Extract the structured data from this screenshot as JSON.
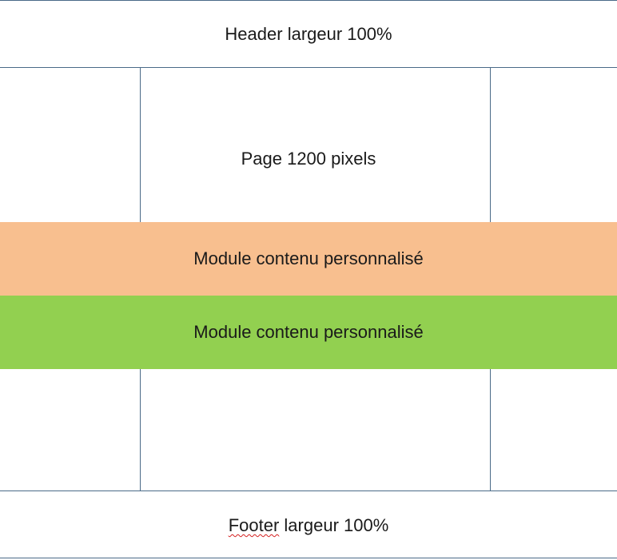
{
  "header": {
    "label": "Header largeur 100%"
  },
  "page": {
    "label": "Page 1200 pixels"
  },
  "modules": [
    {
      "label": "Module contenu personnalisé",
      "color": "#f8bf8f"
    },
    {
      "label": "Module contenu personnalisé",
      "color": "#92d050"
    }
  ],
  "footer": {
    "word": "Footer",
    "rest": " largeur 100%"
  },
  "colors": {
    "border": "#4a6a88",
    "background": "#ffffff"
  }
}
